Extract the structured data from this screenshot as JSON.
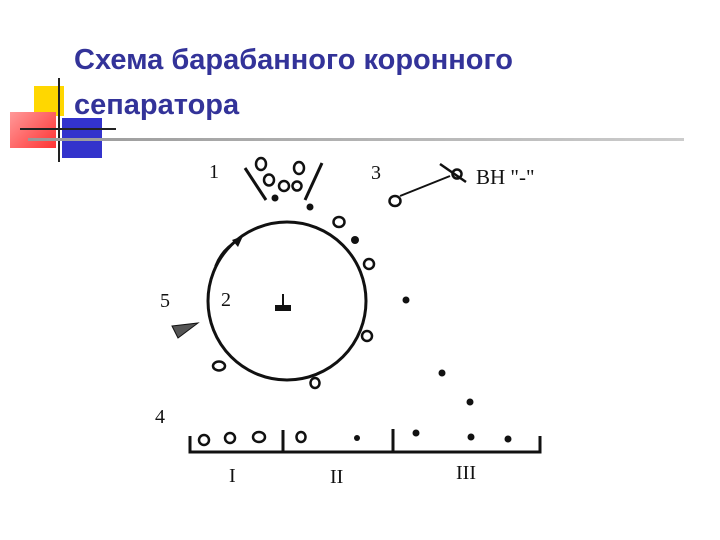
{
  "slide": {
    "title_line1": "Схема барабанного коронного",
    "title_line2": "сепаратора",
    "colors": {
      "title": "#333399",
      "accent_yellow": "#ffd700",
      "accent_blue": "#3333cc",
      "accent_red": "#ff3333",
      "rule": "#999999",
      "ink": "#111111"
    }
  },
  "diagram": {
    "labels": {
      "hopper": "1",
      "drum": "2",
      "corona_electrode": "3",
      "collector": "4",
      "brush": "5"
    },
    "high_voltage_label": "ВН \"-\"",
    "bins": [
      "I",
      "II",
      "III"
    ]
  }
}
